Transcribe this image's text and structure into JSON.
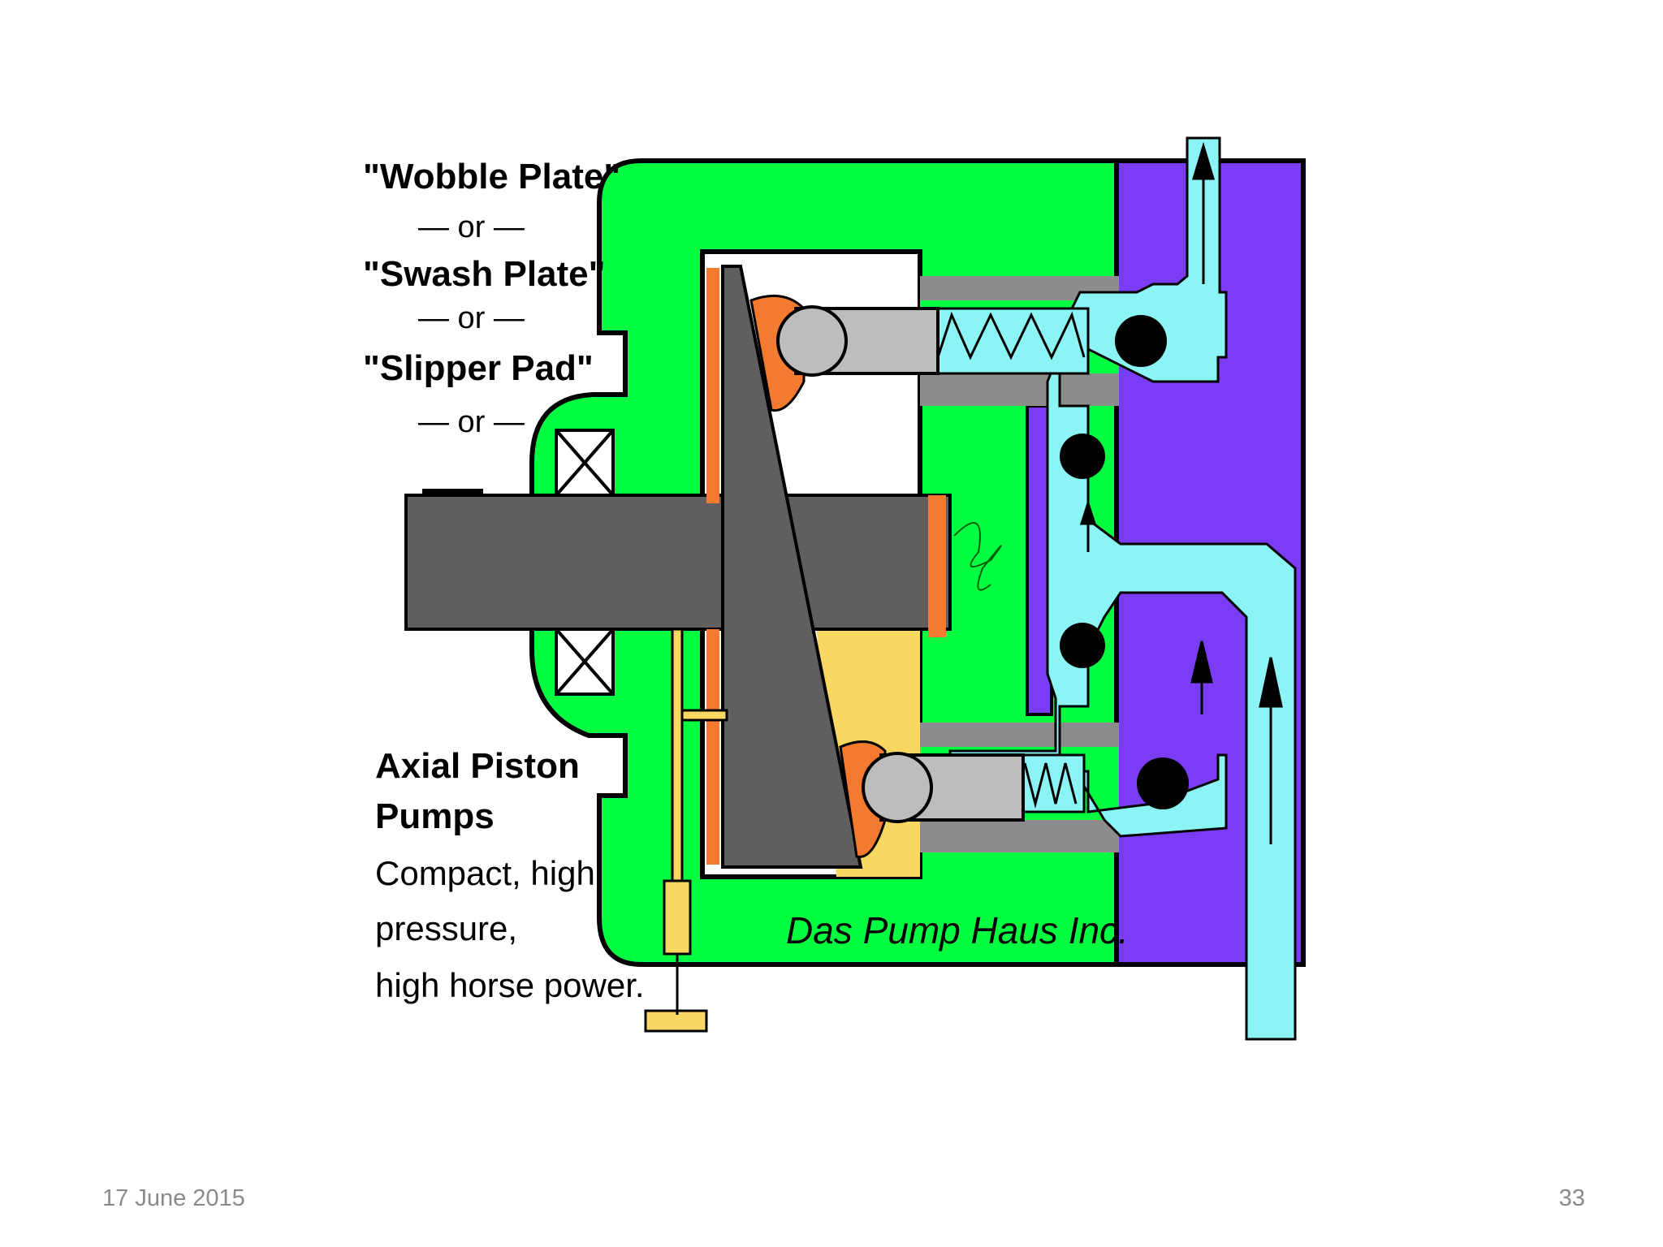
{
  "diagram": {
    "labels": {
      "wobble": "\"Wobble Plate\"",
      "or1": "— or —",
      "swash": "\"Swash Plate\"",
      "or2": "— or —",
      "slipper": "\"Slipper Pad\"",
      "or3": "— or —",
      "axial1": "Axial Piston",
      "axial2": "Pumps",
      "desc1": "Compact, high",
      "desc2": "pressure,",
      "desc3": "high horse power.",
      "credit": "Das Pump Haus Inc."
    },
    "colors": {
      "housing": "#00ff40",
      "manifold": "#7a3cf5",
      "fluid": "#8cf4f4",
      "shaft": "#5f5f5f",
      "piston": "#bdbdbd",
      "shoe": "#f47a30",
      "oil": "#f8d860"
    }
  },
  "footer": {
    "date": "17 June 2015",
    "page": "33"
  }
}
